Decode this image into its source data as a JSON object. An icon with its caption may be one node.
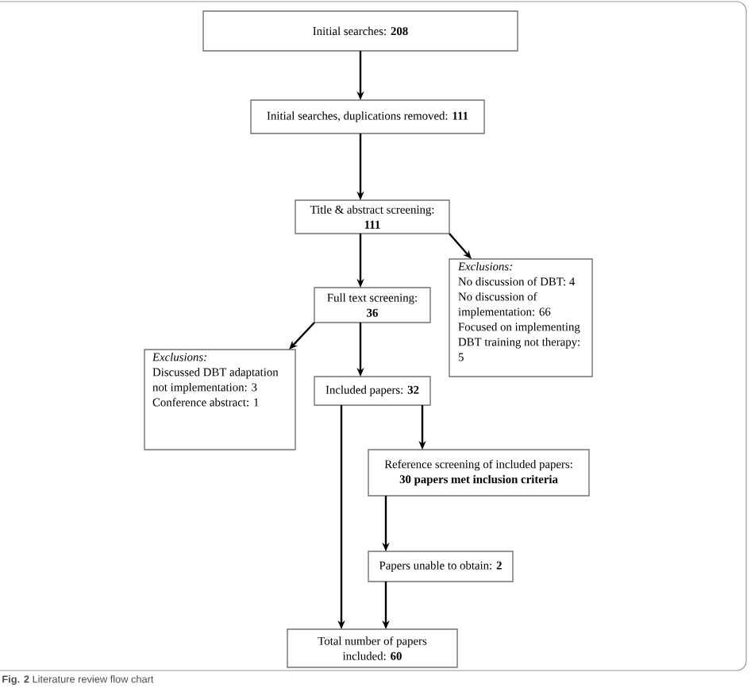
{
  "diagram": {
    "caption": "**Fig. 2** Literature review flow chart",
    "nodes": [
      {
        "text": [
          "Initial searches: **208**"
        ]
      },
      {
        "text": [
          "Initial searches, duplications removed: **111**"
        ]
      },
      {
        "text": [
          "Title & abstract screening: **111**"
        ]
      },
      {
        "text": [
          "Exclusions:",
          "No discussion of DBT: 4",
          "No discussion of implementation: 66",
          "Focused on implementing DBT training not therapy: 5"
        ]
      },
      {
        "text": [
          "Full text screening: **36**"
        ]
      },
      {
        "text": [
          "Exclusions:",
          "Discussed DBT adaptation not implementation: 3",
          "Conference abstract: 1"
        ]
      },
      {
        "text": [
          "Included papers: **32**"
        ]
      },
      {
        "text": [
          "Reference screening of included papers: **30 papers met inclusion criteria**"
        ]
      },
      {
        "text": [
          "Papers unable to obtain: **2**"
        ]
      },
      {
        "text": [
          "Total number of papers included: **60**"
        ]
      }
    ],
    "edges": [
      {
        "from": 0,
        "to": 1,
        "arrow": "to"
      },
      {
        "from": 1,
        "to": 2,
        "arrow": "to"
      },
      {
        "from": 2,
        "to": 3,
        "arrow": "to"
      },
      {
        "from": 2,
        "to": 4,
        "arrow": "to"
      },
      {
        "from": 4,
        "to": 5,
        "arrow": "to"
      },
      {
        "from": 4,
        "to": 6,
        "arrow": "to"
      },
      {
        "from": 6,
        "to": 9,
        "arrow": "to"
      },
      {
        "from": 6,
        "to": 7,
        "arrow": "to"
      },
      {
        "from": 7,
        "to": 8,
        "arrow": "to"
      },
      {
        "from": 8,
        "to": 9,
        "arrow": "to"
      }
    ]
  }
}
